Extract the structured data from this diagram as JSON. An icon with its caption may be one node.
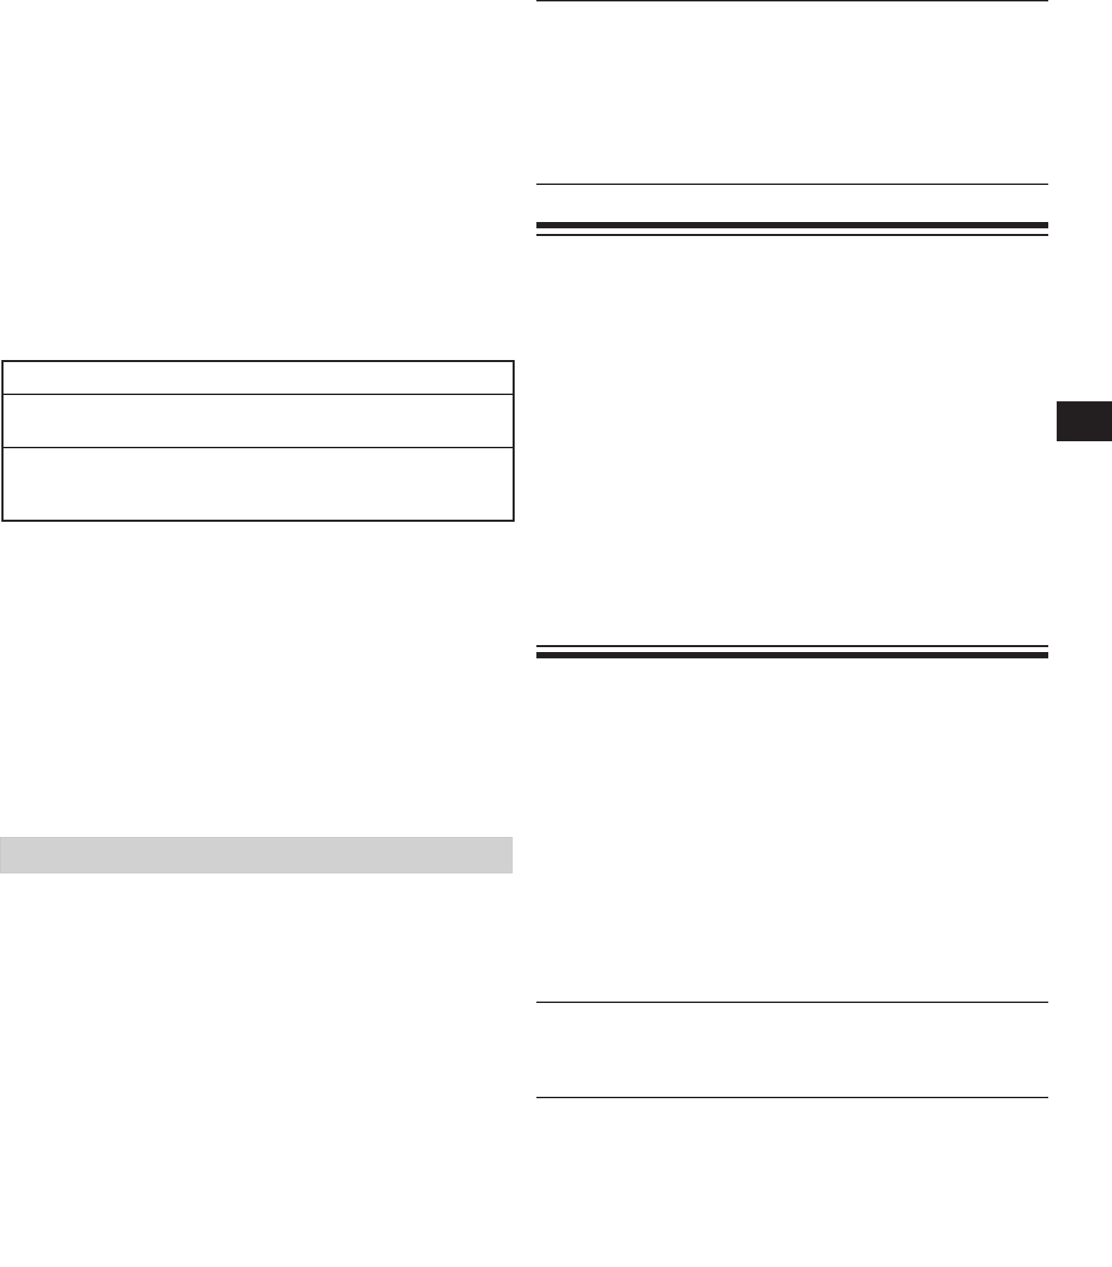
{
  "diagram": {
    "nodes": [
      {
        "text": [],
        "shape": "box"
      },
      {
        "text": [],
        "shape": "bar"
      },
      {
        "text": [],
        "shape": "box"
      }
    ]
  }
}
